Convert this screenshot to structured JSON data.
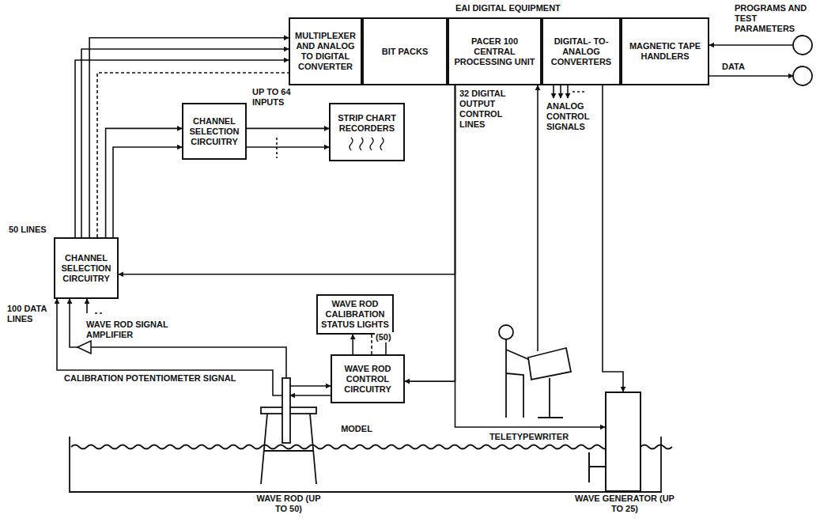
{
  "diagram": {
    "nodes": [
      {
        "text": [
          "MULTIPLEXER AND ANALOG TO DIGITAL CONVERTER"
        ]
      },
      {
        "text": [
          "BIT PACKS"
        ]
      },
      {
        "text": [
          "PACER 100 CENTRAL PROCESSING UNIT"
        ]
      },
      {
        "text": [
          "DIGITAL- TO- ANALOG CONVERTERS"
        ]
      },
      {
        "text": [
          "MAGNETIC TAPE HANDLERS"
        ]
      },
      {
        "text": [
          "CHANNEL SELECTION CIRCUITRY"
        ]
      },
      {
        "text": [
          "STRIP CHART RECORDERS"
        ]
      },
      {
        "text": [
          "CHANNEL SELECTION CIRCUITRY"
        ]
      },
      {
        "text": [
          "WAVE ROD CALIBRATION STATUS LIGHTS"
        ]
      },
      {
        "text": [
          "WAVE ROD CONTROL CIRCUITRY"
        ]
      },
      {
        "text": [
          "WAVE GENERATOR (UP TO 25)"
        ]
      }
    ],
    "edges": [
      {
        "from": 3,
        "to": 10,
        "arrow": "to"
      },
      {
        "from": 2,
        "to": 10,
        "arrow": "to"
      },
      {
        "from": 2,
        "to": 7,
        "arrow": "to"
      },
      {
        "from": 2,
        "to": 9,
        "arrow": "to"
      },
      {
        "from": 7,
        "to": 0,
        "arrow": "to"
      },
      {
        "from": 7,
        "to": 5,
        "arrow": "to"
      },
      {
        "from": 5,
        "to": 6,
        "arrow": "to"
      },
      {
        "from": 9,
        "to": 8,
        "arrow": "to"
      }
    ],
    "labels": [
      "EAI DIGITAL EQUIPMENT",
      "PROGRAMS AND TEST PARAMETERS",
      "DATA",
      "UP TO 64 INPUTS",
      "32 DIGITAL OUTPUT CONTROL LINES",
      "ANALOG CONTROL SIGNALS",
      "TELETYPEWRITER",
      "50 LINES",
      "100 DATA LINES",
      "(50)",
      "WAVE ROD SIGNAL AMPLIFIER",
      "CALIBRATION POTENTIOMETER SIGNAL",
      "MODEL",
      "WAVE ROD (UP TO 50)"
    ]
  }
}
